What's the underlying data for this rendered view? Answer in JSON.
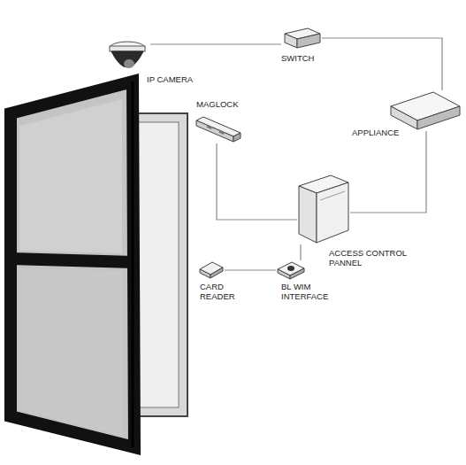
{
  "diagram": {
    "nodes": [
      {
        "text": [
          "IP CAMERA"
        ]
      },
      {
        "text": [
          "SWITCH"
        ]
      },
      {
        "text": [
          "APPLIANCE"
        ]
      },
      {
        "text": [
          "MAGLOCK"
        ]
      },
      {
        "text": [
          "ACCESS CONTROL PANNEL"
        ]
      },
      {
        "text": [
          "CARD READER"
        ]
      },
      {
        "text": [
          "BL WIM INTERFACE"
        ]
      }
    ],
    "edges": [
      {
        "from": 0,
        "to": 1,
        "arrow": "none"
      },
      {
        "from": 1,
        "to": 2,
        "arrow": "none"
      },
      {
        "from": 2,
        "to": 4,
        "arrow": "none"
      },
      {
        "from": 3,
        "to": 4,
        "arrow": "none"
      },
      {
        "from": 4,
        "to": 6,
        "arrow": "none"
      },
      {
        "from": 5,
        "to": 6,
        "arrow": "none"
      }
    ]
  }
}
